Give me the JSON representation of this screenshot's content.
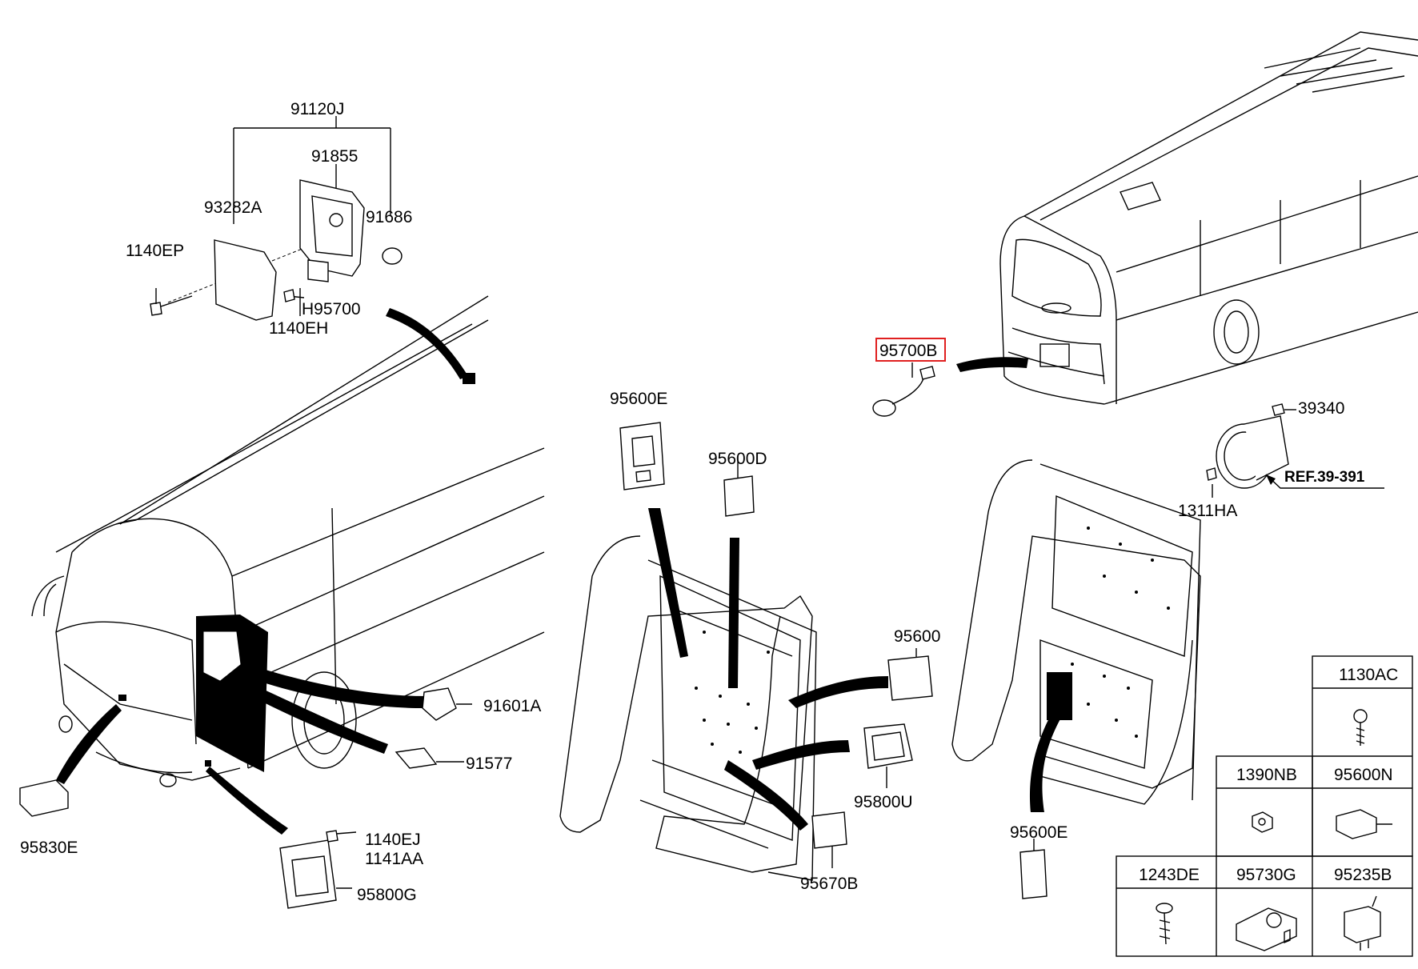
{
  "labels": {
    "p91120J": "91120J",
    "p91855": "91855",
    "p93282A": "93282A",
    "p91686": "91686",
    "p1140EP": "1140EP",
    "pH95700": "H95700",
    "p1140EH": "1140EH",
    "p95700B": "95700B",
    "p39340": "39340",
    "pREF": "REF.39-391",
    "p1311HA": "1311HA",
    "p95600E_top": "95600E",
    "p95600D": "95600D",
    "p95600": "95600",
    "p91601A": "91601A",
    "p91577": "91577",
    "p95800U": "95800U",
    "p95670B": "95670B",
    "p95600E_bottom": "95600E",
    "p95830E": "95830E",
    "p1140EJ": "1140EJ",
    "p1141AA": "1141AA",
    "p95800G": "95800G"
  },
  "parts_table": {
    "headers": {
      "c1130AC": "1130AC",
      "c1390NB": "1390NB",
      "c95600N": "95600N",
      "c1243DE": "1243DE",
      "c95730G": "95730G",
      "c95235B": "95235B"
    }
  },
  "highlight_color": "#e02020"
}
